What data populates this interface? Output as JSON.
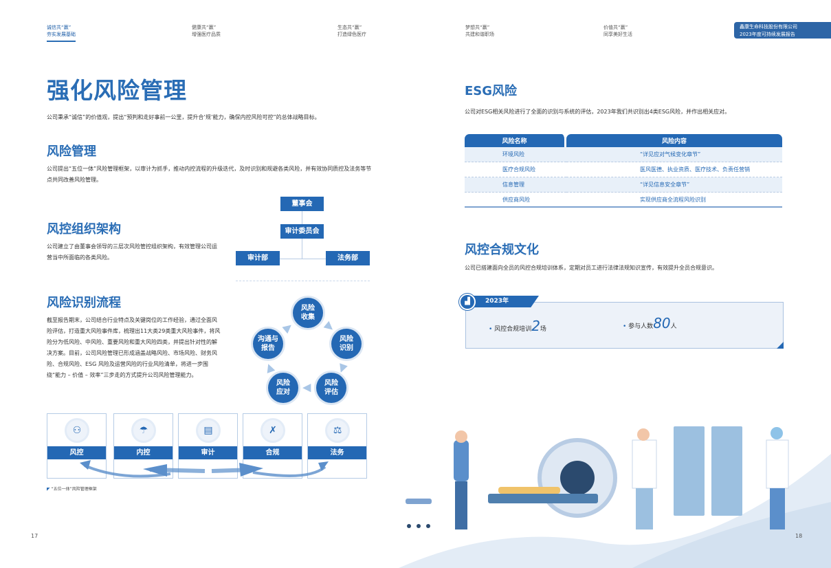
{
  "nav": [
    {
      "line1": "诚信共“赢”",
      "line2": "夯实发展基础",
      "active": true
    },
    {
      "line1": "健康共“赢”",
      "line2": "增强医疗品质"
    },
    {
      "line1": "生态共“赢”",
      "line2": "打造绿色医疗"
    },
    {
      "line1": "梦想共“赢”",
      "line2": "共建和谐职场"
    },
    {
      "line1": "价值共“赢”",
      "line2": "同享美好生活"
    }
  ],
  "brand": {
    "line1": "鑫康生命科技股份有限公司",
    "line2": "2023年度可持续发展报告"
  },
  "left": {
    "title": "强化风险管理",
    "intro": "公司秉承“诚信”的价值观，提出“预判和走好事前一公里，提升合‘规’能力，确保内控风险可控”的总体战略目标。",
    "s1": {
      "title": "风险管理",
      "text": "公司提出“五位一体”风险管理框架，以审计为抓手，推动内控流程的升级迭代，及时识别和规避各类风险，并有效协同质控及法务等节点共同改善风险管理。"
    },
    "s2": {
      "title": "风控组织架构",
      "text": "公司建立了由董事会领导的三层次风险管控组织架构，有效管理公司运营当中所面临的各类风险。"
    },
    "org": {
      "top": "董事会",
      "mid": "审计委员会",
      "left": "审计部",
      "right": "法务部"
    },
    "s3": {
      "title": "风险识别流程",
      "text": "截至报告期末，公司结合行业特点及关键岗位的工作经验，通过全面风险评估，打造重大风险事件库，梳理出11大类29类重大风险事件，将风险分为低风险、中风险、重要风险和重大风险四类，并提出针对性的解决方案。目前，公司风险管理已形成涵盖战略风险、市场风险、财务风险、合规风险、ESG 风险及运营风险的行业风险清单，将进一步围绕“能力 – 价值 – 效率”三步走的方式提升公司风险管理能力。"
    },
    "cycle": [
      "风险\n收集",
      "风险\n识别",
      "风险\n评估",
      "风险\n应对",
      "沟通与\n报告"
    ],
    "five": [
      {
        "label": "风控",
        "icon": "person-shield-icon"
      },
      {
        "label": "内控",
        "icon": "umbrella-icon"
      },
      {
        "label": "审计",
        "icon": "clipboard-icon"
      },
      {
        "label": "合规",
        "icon": "check-cross-icon"
      },
      {
        "label": "法务",
        "icon": "scales-icon"
      }
    ],
    "caption": "“五位一体”风险管理框架",
    "page": "17"
  },
  "right": {
    "s1": {
      "title": "ESG风险",
      "text": "公司对ESG相关风险进行了全面的识别与系统的评估，2023年我们共识别出4类ESG风险，并作出相关应对。"
    },
    "table": {
      "headers": [
        "风险名称",
        "风险内容"
      ],
      "rows": [
        [
          "环境风险",
          "“详见应对气候变化章节”"
        ],
        [
          "医疗合规风险",
          "医风医德、执业资质、医疗技术、负责任营销"
        ],
        [
          "信息管理",
          "“详见信息安全章节”"
        ],
        [
          "供应商风险",
          "实现供应商全流程风险识别"
        ]
      ]
    },
    "s2": {
      "title": "风控合规文化",
      "text": "公司已搭建面向全员的风控合规培训体系，定期对员工进行法律法规知识宣传，有效提升全员合规意识。"
    },
    "stats": {
      "year": "2023年",
      "a_pre": "风控合规培训",
      "a_num": "2",
      "a_unit": "场",
      "b_pre": "参与人数",
      "b_num": "80",
      "b_unit": "人"
    },
    "page": "18"
  },
  "colors": {
    "primary": "#2468b4",
    "light": "#e8f0f9"
  }
}
